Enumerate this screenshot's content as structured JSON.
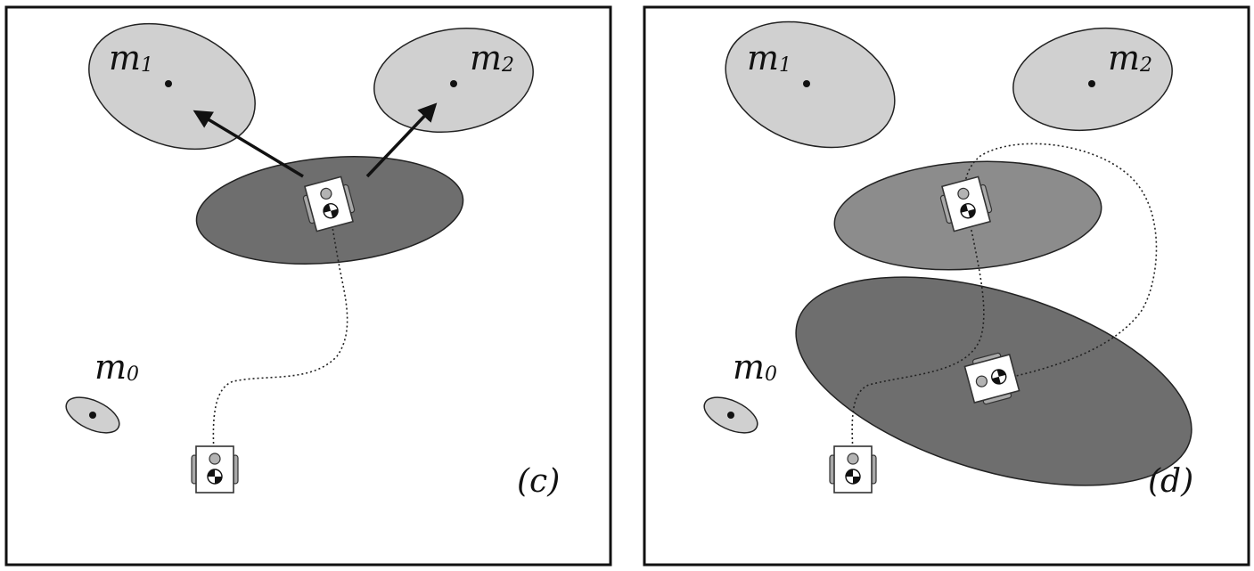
{
  "panels": [
    {
      "label": "(c)",
      "landmarks": [
        {
          "name": "m",
          "sub": "1"
        },
        {
          "name": "m",
          "sub": "2"
        },
        {
          "name": "m",
          "sub": "0"
        }
      ]
    },
    {
      "label": "(d)",
      "landmarks": [
        {
          "name": "m",
          "sub": "1"
        },
        {
          "name": "m",
          "sub": "2"
        },
        {
          "name": "m",
          "sub": "0"
        }
      ]
    }
  ],
  "colors": {
    "landmark_fill": "#d0d0d0",
    "robot_cov_dark": "#6e6e6e",
    "robot_cov_mid": "#8c8c8c",
    "robot_body": "#ffffff",
    "wheel": "#a9a9a9",
    "stroke": "#1a1a1a"
  }
}
